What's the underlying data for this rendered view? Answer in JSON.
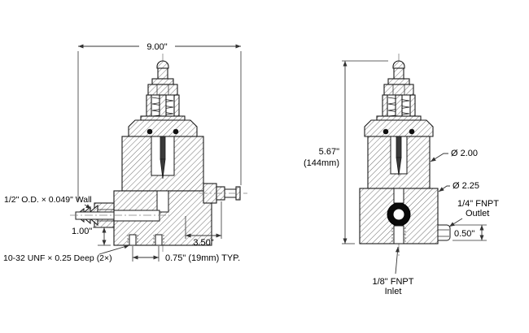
{
  "drawing": {
    "left_view": {
      "overall_width": "9.00\"",
      "tube_spec": "1/2\" O.D. × 0.049\" Wall",
      "port_offset": "1.00\"",
      "tap_spec": "10-32 UNF × 0.25 Deep (2×)",
      "depth": "3.50\"",
      "hole_spacing": "0.75\" (19mm) TYP."
    },
    "right_view": {
      "height_in": "5.67\"",
      "height_mm": "(144mm)",
      "body_dia": "Ø 2.00",
      "base_dia": "Ø 2.25",
      "outlet_line1": "1/4\" FNPT",
      "outlet_line2": "Outlet",
      "outlet_height": "0.50\"",
      "inlet_line1": "1/8\" FNPT",
      "inlet_line2": "Inlet"
    }
  }
}
